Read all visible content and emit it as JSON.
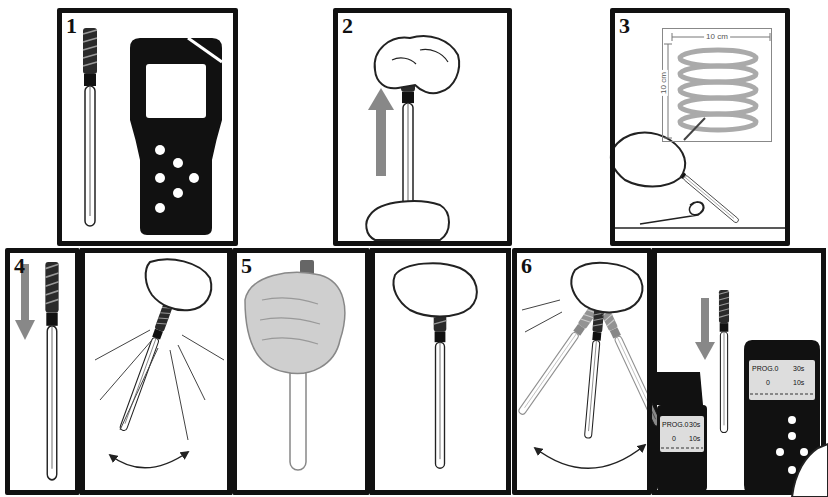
{
  "diagram": {
    "nodes": [
      {
        "text": [
          "1"
        ]
      },
      {
        "text": [
          "2"
        ]
      },
      {
        "text": [
          "3"
        ]
      },
      {
        "text": [
          "10 cm",
          "10 cm"
        ],
        "in": 2
      },
      {
        "text": [
          "4"
        ]
      },
      {
        "text": [
          "5"
        ]
      },
      {
        "text": [
          "6"
        ]
      }
    ],
    "labels": [
      "PROG.0",
      "30s",
      "0",
      "10s",
      "PROG.0",
      "30s",
      "0",
      "10s"
    ]
  }
}
